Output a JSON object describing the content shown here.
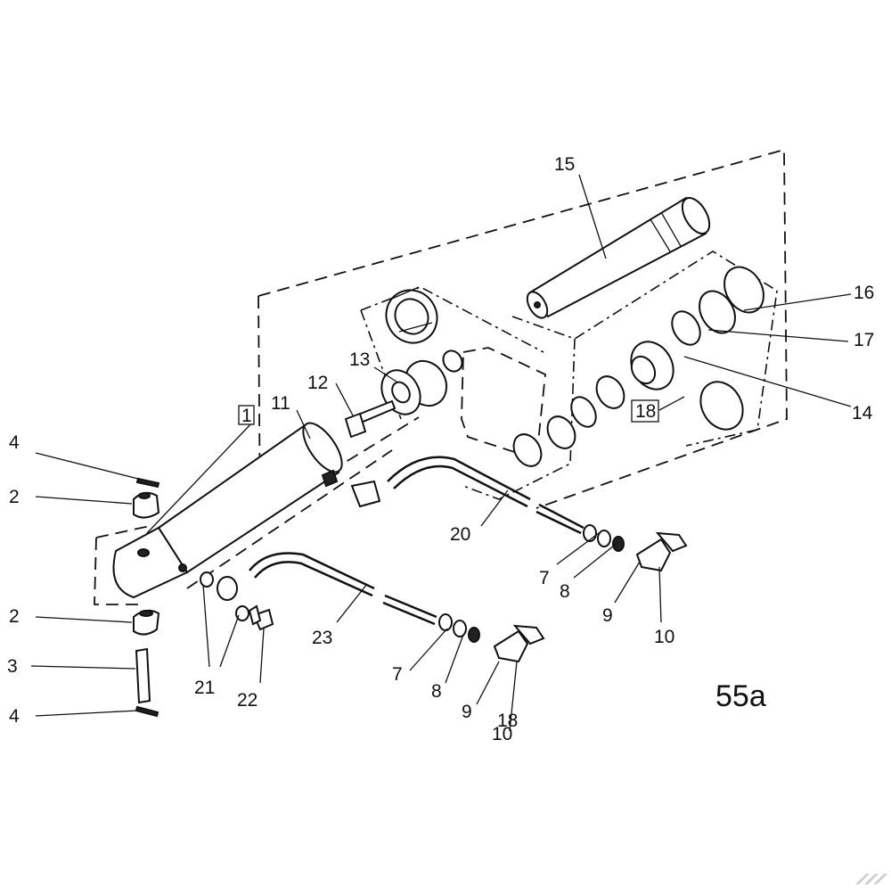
{
  "diagram": {
    "page_label": "55a",
    "callouts": [
      {
        "id": "c1",
        "text": "1",
        "boxed": true
      },
      {
        "id": "c2a",
        "text": "2"
      },
      {
        "id": "c2b",
        "text": "2"
      },
      {
        "id": "c3",
        "text": "3"
      },
      {
        "id": "c4a",
        "text": "4"
      },
      {
        "id": "c4b",
        "text": "4"
      },
      {
        "id": "c7a",
        "text": "7"
      },
      {
        "id": "c7b",
        "text": "7"
      },
      {
        "id": "c8a",
        "text": "8"
      },
      {
        "id": "c8b",
        "text": "8"
      },
      {
        "id": "c9a",
        "text": "9"
      },
      {
        "id": "c9b",
        "text": "9"
      },
      {
        "id": "c10a",
        "text": "10"
      },
      {
        "id": "c10b",
        "text": "10"
      },
      {
        "id": "c11",
        "text": "11"
      },
      {
        "id": "c12",
        "text": "12"
      },
      {
        "id": "c13",
        "text": "13"
      },
      {
        "id": "c14",
        "text": "14"
      },
      {
        "id": "c15",
        "text": "15"
      },
      {
        "id": "c16",
        "text": "16"
      },
      {
        "id": "c17",
        "text": "17"
      },
      {
        "id": "c18a",
        "text": "18",
        "boxed": true
      },
      {
        "id": "c18b",
        "text": "18"
      },
      {
        "id": "c20",
        "text": "20"
      },
      {
        "id": "c21",
        "text": "21"
      },
      {
        "id": "c22",
        "text": "22"
      },
      {
        "id": "c23",
        "text": "23"
      }
    ]
  }
}
